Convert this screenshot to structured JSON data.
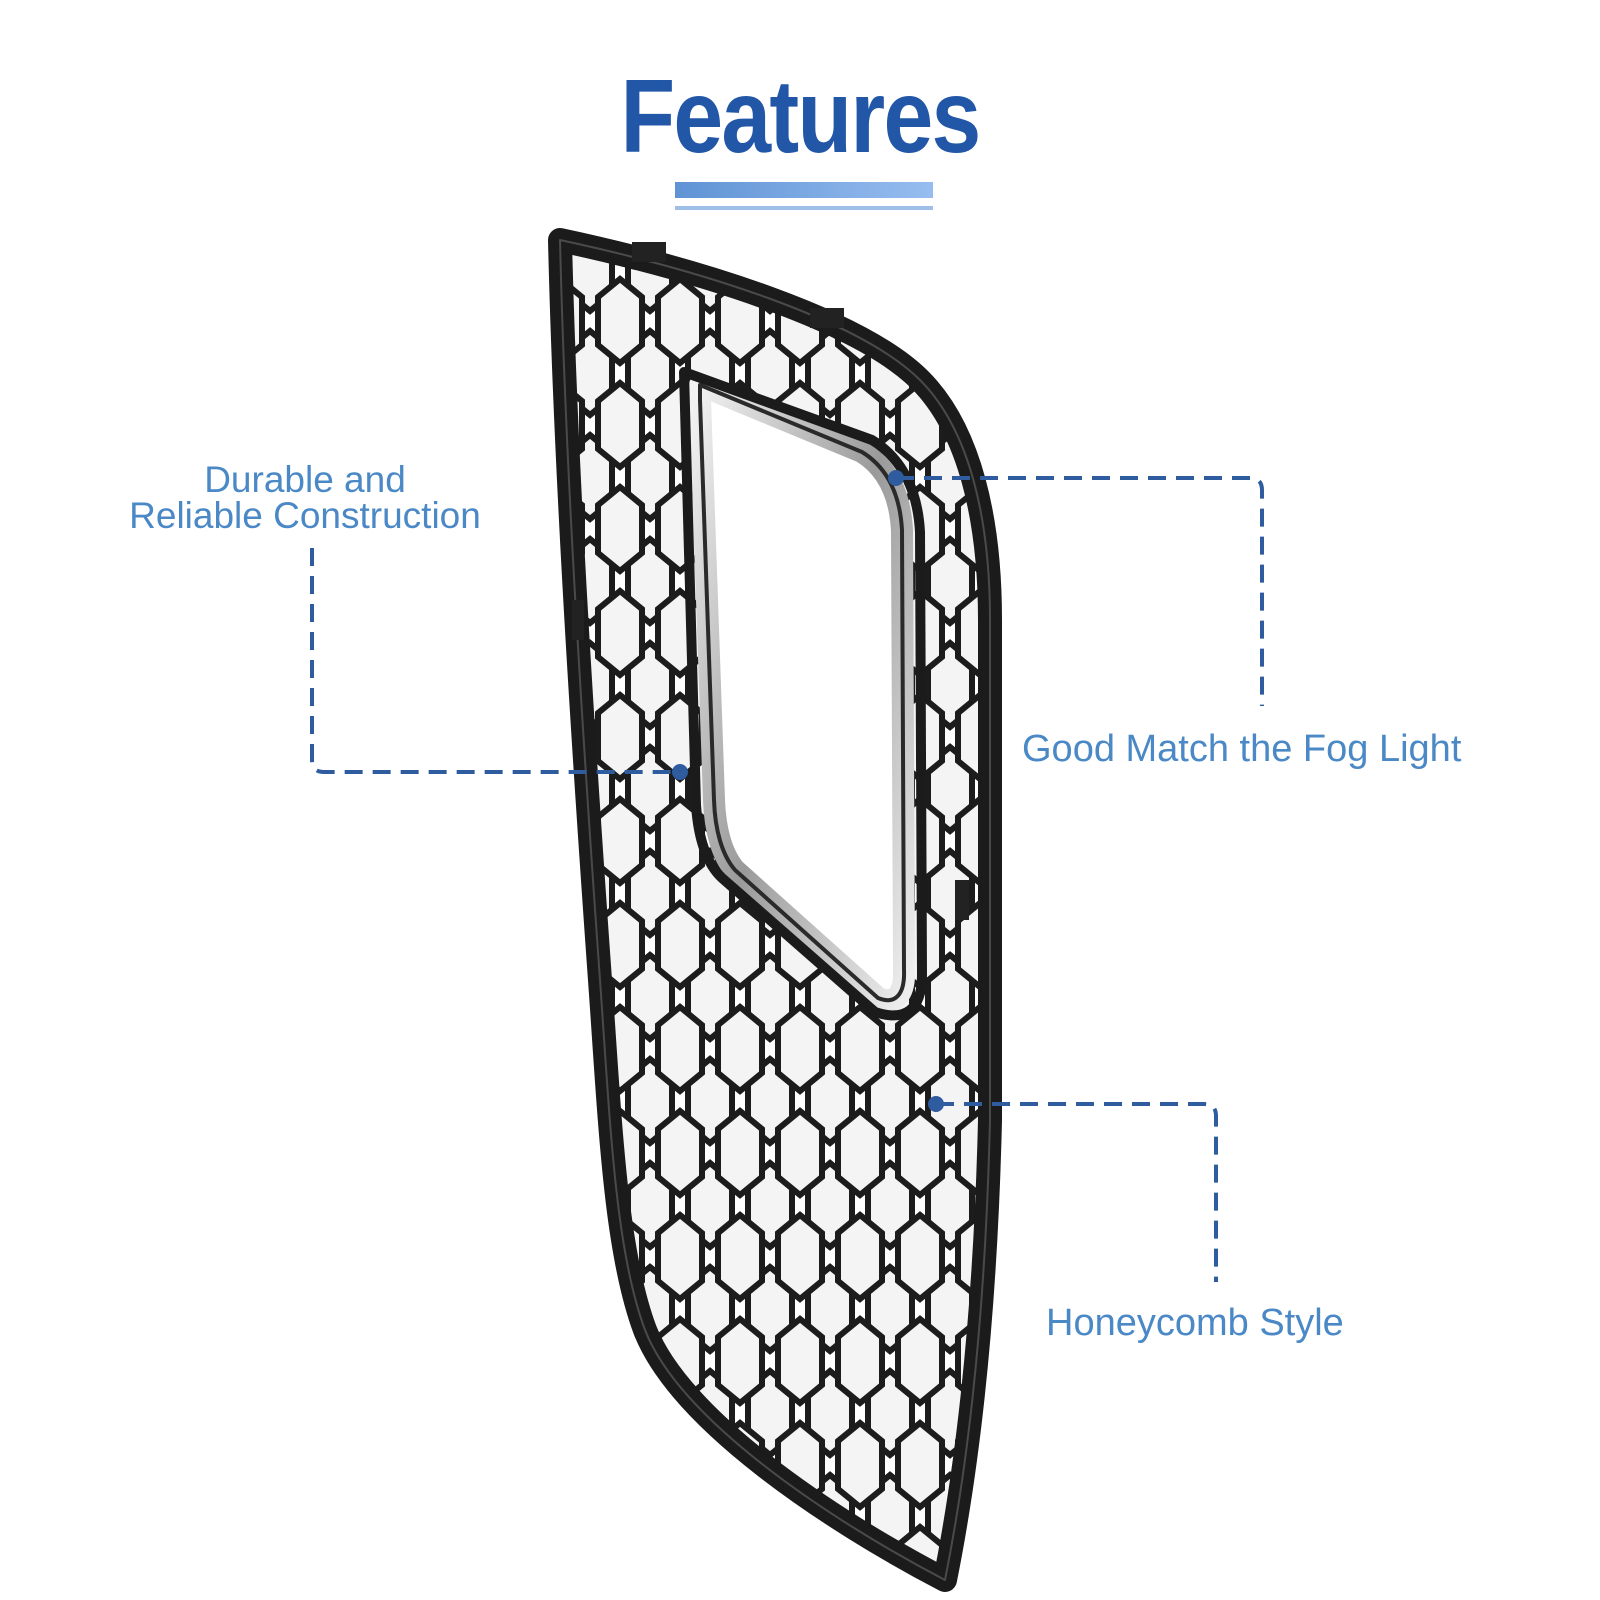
{
  "title": "Features",
  "colors": {
    "title": "#2257a8",
    "label": "#4a88c6",
    "callout": "#2e5c9e",
    "grille": "#1b1b1b",
    "chrome": "#c9c9c9"
  },
  "callouts": {
    "durable": {
      "line1": "Durable and",
      "line2": "Reliable Construction"
    },
    "fog": {
      "label": "Good Match the Fog Light"
    },
    "honeycomb": {
      "label": "Honeycomb Style"
    }
  }
}
